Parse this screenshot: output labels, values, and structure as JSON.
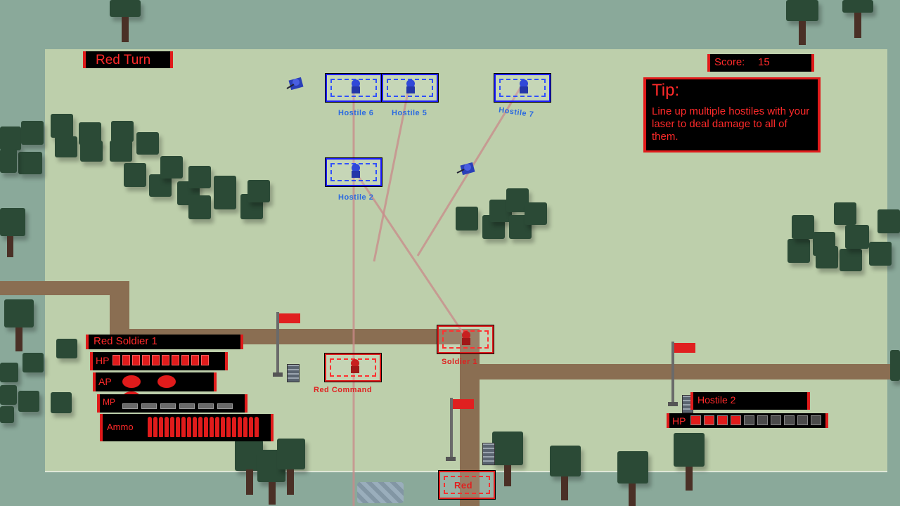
{
  "turn_banner": "Red Turn",
  "score": {
    "label": "Score:",
    "value": "15"
  },
  "tip": {
    "title": "Tip:",
    "text": "Line up multiple hostiles with your laser to deal damage to all of them."
  },
  "units": {
    "hostile_6": "Hostile 6",
    "hostile_5": "Hostile 5",
    "hostile_7": "Hostile 7",
    "hostile_2": "Hostile 2",
    "red_command": "Red Command",
    "soldier_1": "Soldier 1",
    "red_base": "Red"
  },
  "selected_unit": {
    "name": "Red Soldier 1",
    "hp_label": "HP",
    "hp": {
      "current": 10,
      "max": 10
    },
    "ap_label": "AP",
    "ap": {
      "current": 3,
      "max": 3
    },
    "mp_label": "MP",
    "mp": {
      "current": 0,
      "max": 7
    },
    "ammo_label": "Ammo",
    "ammo": {
      "current": 20,
      "max": 20
    }
  },
  "target_unit": {
    "name": "Hostile 2",
    "hp_label": "HP",
    "hp": {
      "current": 4,
      "max": 10
    }
  },
  "colors": {
    "red_team": "#e01b1b",
    "blue_team": "#1a1aff",
    "field": "#bdcfab",
    "road": "#8a6e52",
    "tree": "#2b4a36"
  },
  "icons": [
    "flag-icon",
    "supply-crate-icon",
    "soldier-icon",
    "tank-icon"
  ]
}
